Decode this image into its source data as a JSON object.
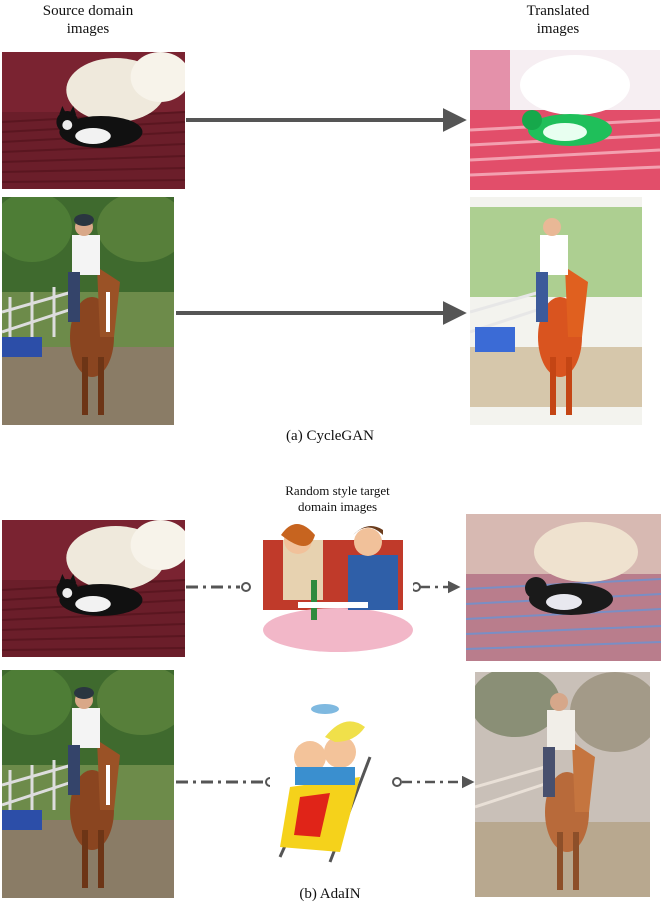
{
  "headers": {
    "source": "Source domain\nimages",
    "translated": "Translated\nimages"
  },
  "captions": {
    "cyclegan": "(a) CycleGAN",
    "adain": "(b) AdaIN"
  },
  "style_label": "Random style target\ndomain images"
}
